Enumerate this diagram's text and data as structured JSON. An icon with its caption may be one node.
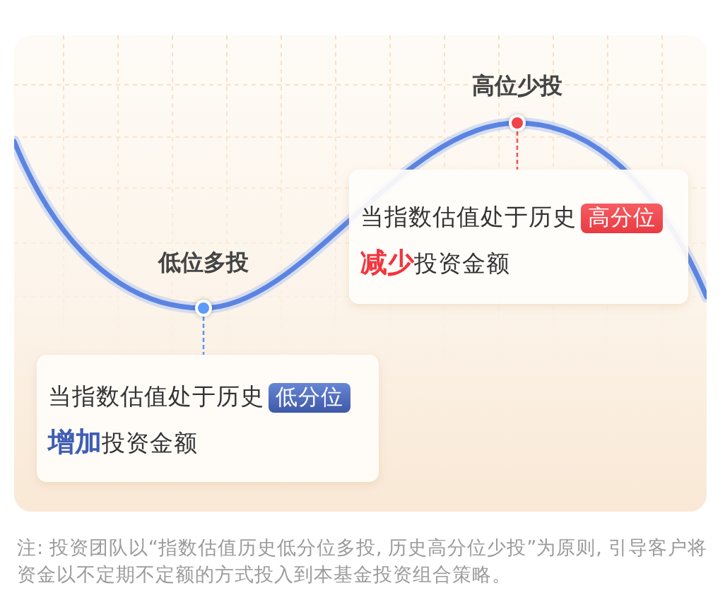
{
  "diagram": {
    "caption": "注: 投资团队以“指数估值历史低分位多投, 历史高分位少投”为原则, 引导客户将资金以不定期不定额的方式投入到本基金投资组合策略。",
    "nodes": [
      {
        "text": [],
        "shape": "circle",
        "beside": [
          "高位少投"
        ]
      },
      {
        "text": [
          "当指数估值处于历史",
          "**减少**投资金额"
        ]
      },
      {
        "text": [
          "高分位"
        ],
        "in": 1
      },
      {
        "text": [],
        "shape": "circle",
        "beside": [
          "低位多投"
        ]
      },
      {
        "text": [
          "当指数估值处于历史",
          "**增加**投资金额"
        ]
      },
      {
        "text": [
          "低分位"
        ],
        "in": 4
      }
    ],
    "edges": [
      {
        "from": 0,
        "to": 1,
        "arrow": "none",
        "style": "dashed",
        "color": "#f0555b"
      },
      {
        "from": 3,
        "to": 4,
        "arrow": "none",
        "style": "dashed",
        "color": "#5b9af5"
      }
    ]
  }
}
